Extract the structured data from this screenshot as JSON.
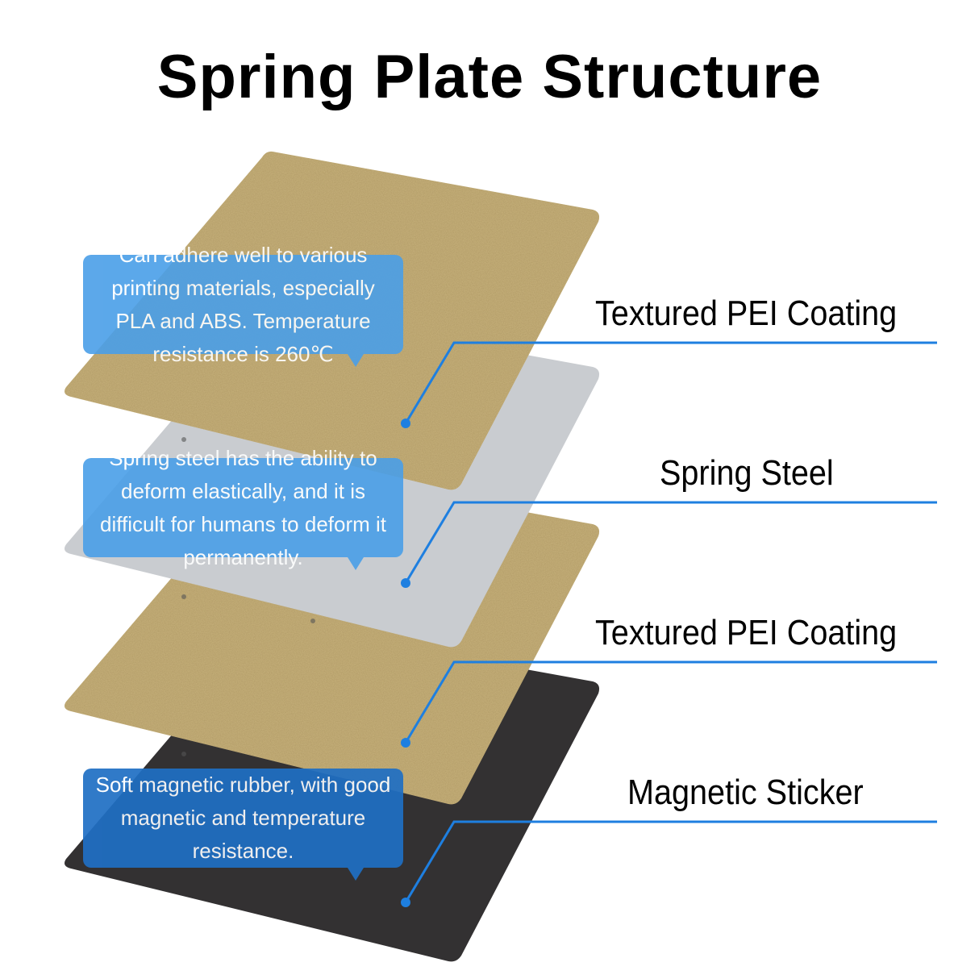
{
  "title": "Spring Plate Structure",
  "layers": [
    {
      "label": "Textured PEI Coating",
      "description": "Can adhere well to various printing materials, especially PLA and ABS. Temperature resistance is 260℃",
      "color": "#c8b27c"
    },
    {
      "label": "Spring Steel",
      "description": "Spring steel has the ability to deform elastically, and it is difficult for humans to deform it permanently.",
      "color": "#c9ccd0"
    },
    {
      "label": "Textured PEI Coating",
      "description": "",
      "color": "#c8b27c"
    },
    {
      "label": "Magnetic Sticker",
      "description": "Soft magnetic rubber, with good magnetic and temperature resistance.",
      "color": "#333132"
    }
  ],
  "colors": {
    "callout": "#4a9fe8",
    "callout_dark": "#1f6fc4",
    "leader": "#1e7fe0"
  }
}
